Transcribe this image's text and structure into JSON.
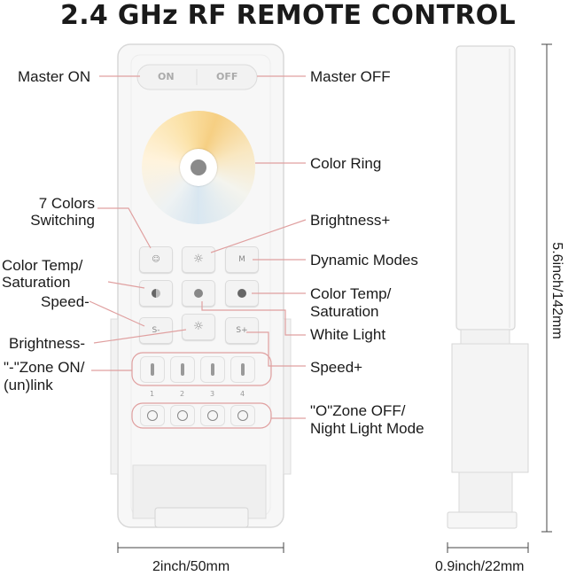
{
  "title": "2.4 GHz RF REMOTE CONTROL",
  "labels": {
    "master_on": "Master ON",
    "master_off": "Master OFF",
    "color_ring": "Color Ring",
    "seven_colors_1": "7 Colors",
    "seven_colors_2": "Switching",
    "brightness_plus": "Brightness+",
    "dynamic_modes": "Dynamic Modes",
    "color_temp_left_1": "Color Temp/",
    "color_temp_left_2": "Saturation",
    "speed_minus": "Speed-",
    "color_temp_right_1": "Color Temp/",
    "color_temp_right_2": "Saturation",
    "white_light": "White Light",
    "brightness_minus": "Brightness-",
    "speed_plus": "Speed+",
    "zone_on_1": "\"-\"Zone ON/",
    "zone_on_2": "(un)link",
    "zone_off_1": "\"O\"Zone OFF/",
    "zone_off_2": "Night Light Mode"
  },
  "remote": {
    "on": "ON",
    "off": "OFF",
    "m": "M",
    "s_minus": "S-",
    "s_plus": "S+",
    "zones": [
      "1",
      "2",
      "3",
      "4"
    ]
  },
  "dimensions": {
    "width": "2inch/50mm",
    "depth": "0.9inch/22mm",
    "height": "5.6inch/142mm"
  },
  "colors": {
    "label_line": "#e0a0a0",
    "body": "#f7f7f7"
  }
}
